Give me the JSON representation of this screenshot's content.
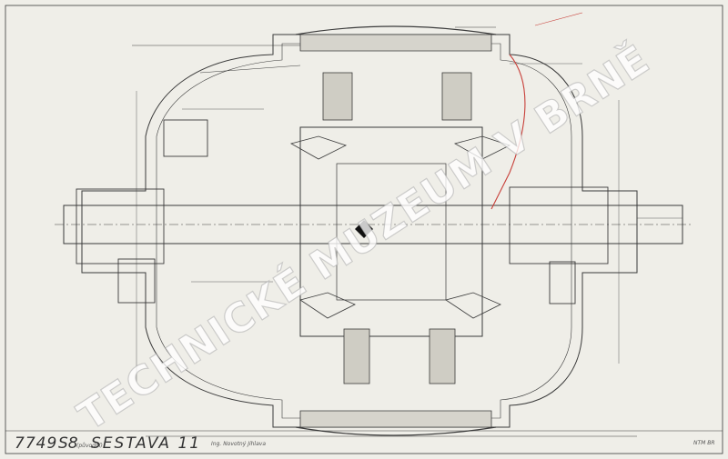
{
  "drawing": {
    "number": "7749",
    "series": "S8",
    "series_note": "(původní)",
    "title": "SESTAVA 11",
    "author": "Ing. Novotný Jihlava",
    "sheet_code": "NTM BR"
  },
  "watermark": {
    "text": "TECHNICKÉ MUZEUM V BRNĚ"
  }
}
